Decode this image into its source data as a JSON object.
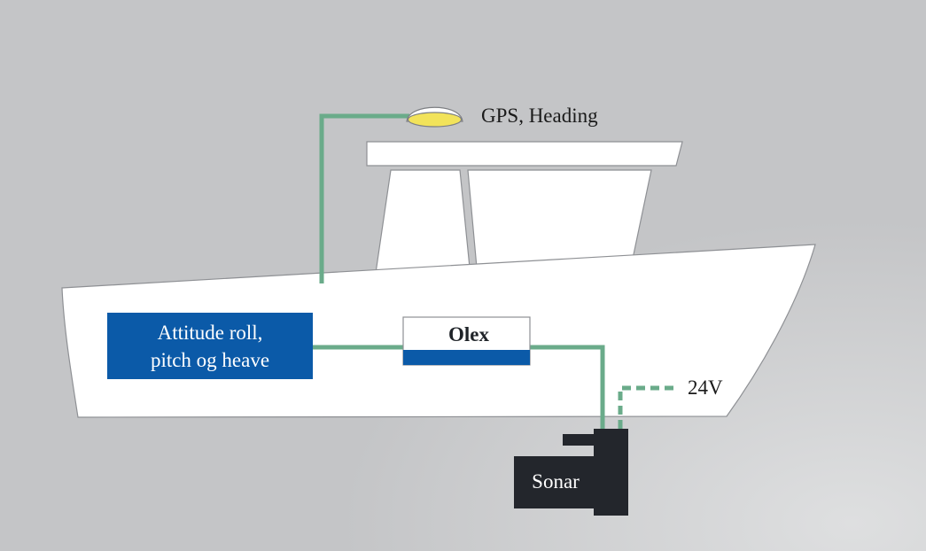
{
  "labels": {
    "gps": "GPS, Heading",
    "attitude_line1": "Attitude roll,",
    "attitude_line2": "pitch og heave",
    "olex": "Olex",
    "power": "24V",
    "sonar": "Sonar"
  },
  "colors": {
    "background": "#c4c5c7",
    "hull": "#ffffff",
    "cable": "#6aab8a",
    "attitude_box": "#0b5aa8",
    "olex_stripe": "#0b5aa8",
    "gps_dome": "#f2e35a",
    "sonar": "#23262c"
  }
}
